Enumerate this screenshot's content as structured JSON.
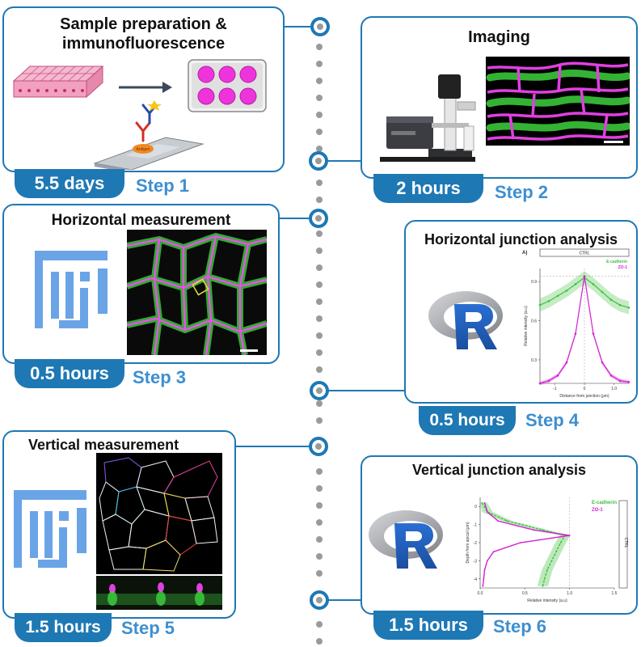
{
  "timeline": {
    "color": "#1e78b4",
    "dot_color": "#9a9a9a"
  },
  "steps": [
    {
      "title_line1": "Sample preparation &",
      "title_line2": "immunofluorescence",
      "duration": "5.5 days",
      "step_label": "Step 1",
      "icons": [
        "cell-layer-icon",
        "arrow-right-icon",
        "well-plate-icon",
        "antibody-icon",
        "microscope-slide-icon"
      ],
      "slide_label": "Antigen"
    },
    {
      "title": "Imaging",
      "duration": "2 hours",
      "step_label": "Step 2",
      "icons": [
        "confocal-microscope-icon",
        "fluorescence-image"
      ]
    },
    {
      "title": "Horizontal measurement",
      "duration": "0.5 hours",
      "step_label": "Step 3",
      "icons": [
        "fiji-logo-icon",
        "fluorescence-image"
      ]
    },
    {
      "title": "Horizontal junction analysis",
      "duration": "0.5 hours",
      "step_label": "Step 4",
      "icons": [
        "r-logo-icon",
        "line-plot"
      ]
    },
    {
      "title": "Vertical measurement",
      "duration": "1.5 hours",
      "step_label": "Step 5",
      "icons": [
        "fiji-logo-icon",
        "segmentation-image",
        "side-view-image"
      ]
    },
    {
      "title": "Vertical junction analysis",
      "duration": "1.5 hours",
      "step_label": "Step 6",
      "icons": [
        "r-logo-icon",
        "line-plot"
      ]
    }
  ],
  "colors": {
    "accent": "#1e78b4",
    "step_text": "#3d8fd0",
    "ecadherin": "#3fbf3f",
    "zo1": "#d21fd2",
    "cells": "#f2a0c0",
    "plate_well": "#ee33dd"
  },
  "chart_data": [
    {
      "type": "line",
      "panel_label": "A)",
      "title": "CTRL",
      "xlabel": "Distance from junction (µm)",
      "ylabel": "Relative intensity (a.u)",
      "xticks": [
        "-1",
        "0",
        "1.0"
      ],
      "yticks": [
        "0.9",
        "0.6",
        "0.3"
      ],
      "xlim": [
        -1.5,
        1.5
      ],
      "ylim": [
        0.12,
        1.0
      ],
      "legend": "top-right",
      "x": [
        -1.5,
        -1.2,
        -0.9,
        -0.6,
        -0.3,
        0,
        0.3,
        0.6,
        0.9,
        1.2,
        1.5
      ],
      "series": [
        {
          "name": "E-cadherin",
          "color": "#3fbf3f",
          "values": [
            0.72,
            0.75,
            0.79,
            0.83,
            0.88,
            0.93,
            0.88,
            0.82,
            0.76,
            0.72,
            0.7
          ]
        },
        {
          "name": "ZO-1",
          "color": "#d21fd2",
          "values": [
            0.12,
            0.14,
            0.18,
            0.28,
            0.5,
            0.94,
            0.5,
            0.28,
            0.18,
            0.14,
            0.13
          ]
        }
      ]
    },
    {
      "type": "line",
      "title": "CTRL",
      "xlabel": "Relative intensity (a.u)",
      "ylabel": "Depth from apical (µm)",
      "xticks": [
        "0.0",
        "0.5",
        "1.0",
        "1.5"
      ],
      "yticks": [
        "0",
        "-1",
        "-2",
        "-3",
        "-4"
      ],
      "xlim": [
        0,
        1.5
      ],
      "ylim": [
        -4.5,
        0.5
      ],
      "legend": "top-right",
      "y": [
        0.2,
        -0.3,
        -0.8,
        -1.3,
        -1.6,
        -2.0,
        -2.5,
        -3.0,
        -3.5,
        -4.0,
        -4.4
      ],
      "series": [
        {
          "name": "E-cadherin",
          "color": "#3fbf3f",
          "values": [
            0.02,
            0.08,
            0.3,
            0.7,
            0.95,
            0.9,
            0.85,
            0.8,
            0.75,
            0.72,
            0.7
          ]
        },
        {
          "name": "ZO-1",
          "color": "#d21fd2",
          "values": [
            0.05,
            0.08,
            0.2,
            0.6,
            1.0,
            0.45,
            0.15,
            0.08,
            0.05,
            0.04,
            0.03
          ]
        }
      ]
    }
  ]
}
